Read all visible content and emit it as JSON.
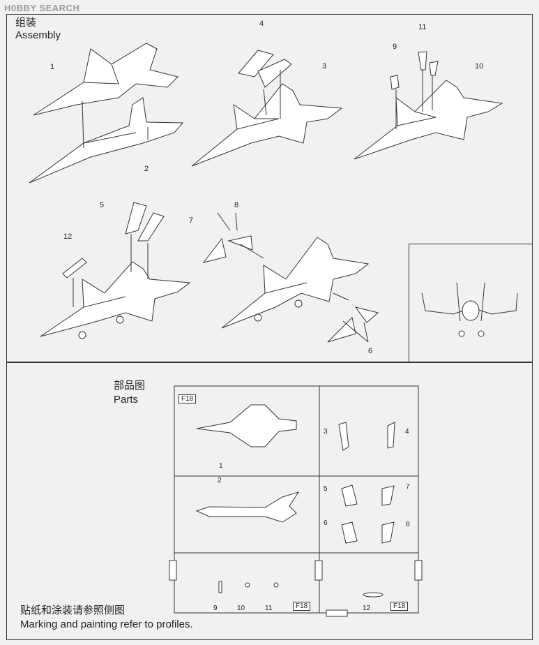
{
  "watermark": "H0BBY SEARCH",
  "assembly": {
    "title_cn": "组装",
    "title_en": "Assembly"
  },
  "parts": {
    "title_cn": "部品图",
    "title_en": "Parts"
  },
  "marking": {
    "line_cn": "贴纸和涂装请参照侧图",
    "line_en": "Marking and painting refer to profiles."
  },
  "callouts": [
    "1",
    "2",
    "3",
    "4",
    "5",
    "6",
    "7",
    "8",
    "9",
    "10",
    "11",
    "12"
  ],
  "sprue": {
    "tag_top": "F18",
    "tag_bottom_mid": "F18",
    "tag_bottom_right": "F18",
    "part_numbers": [
      "1",
      "2",
      "3",
      "4",
      "5",
      "6",
      "7",
      "8",
      "9",
      "10",
      "11",
      "12"
    ]
  }
}
